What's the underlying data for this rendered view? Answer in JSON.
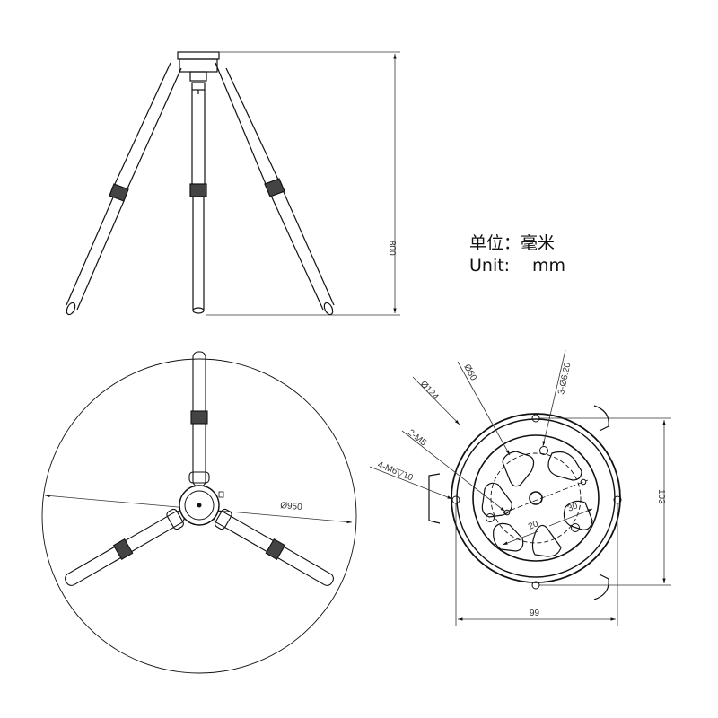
{
  "units": {
    "cn_label": "单位：",
    "cn_value": "毫米",
    "en_label": "Unit:",
    "en_value": "mm"
  },
  "side_view": {
    "height_dim": "800"
  },
  "top_view": {
    "span_dim": "Ø950"
  },
  "head_detail": {
    "outer_dia": "Ø124",
    "inner_dia": "Ø60",
    "holes_3": "3-Ø6.20",
    "threads_m5": "2-M5",
    "threads_m6": "4-M6▽10",
    "height_dim": "103",
    "width_dim": "99",
    "dim_20": "20",
    "dim_30": "30"
  },
  "colors": {
    "line": "#111111",
    "dim_line": "#333333",
    "background": "#ffffff"
  }
}
